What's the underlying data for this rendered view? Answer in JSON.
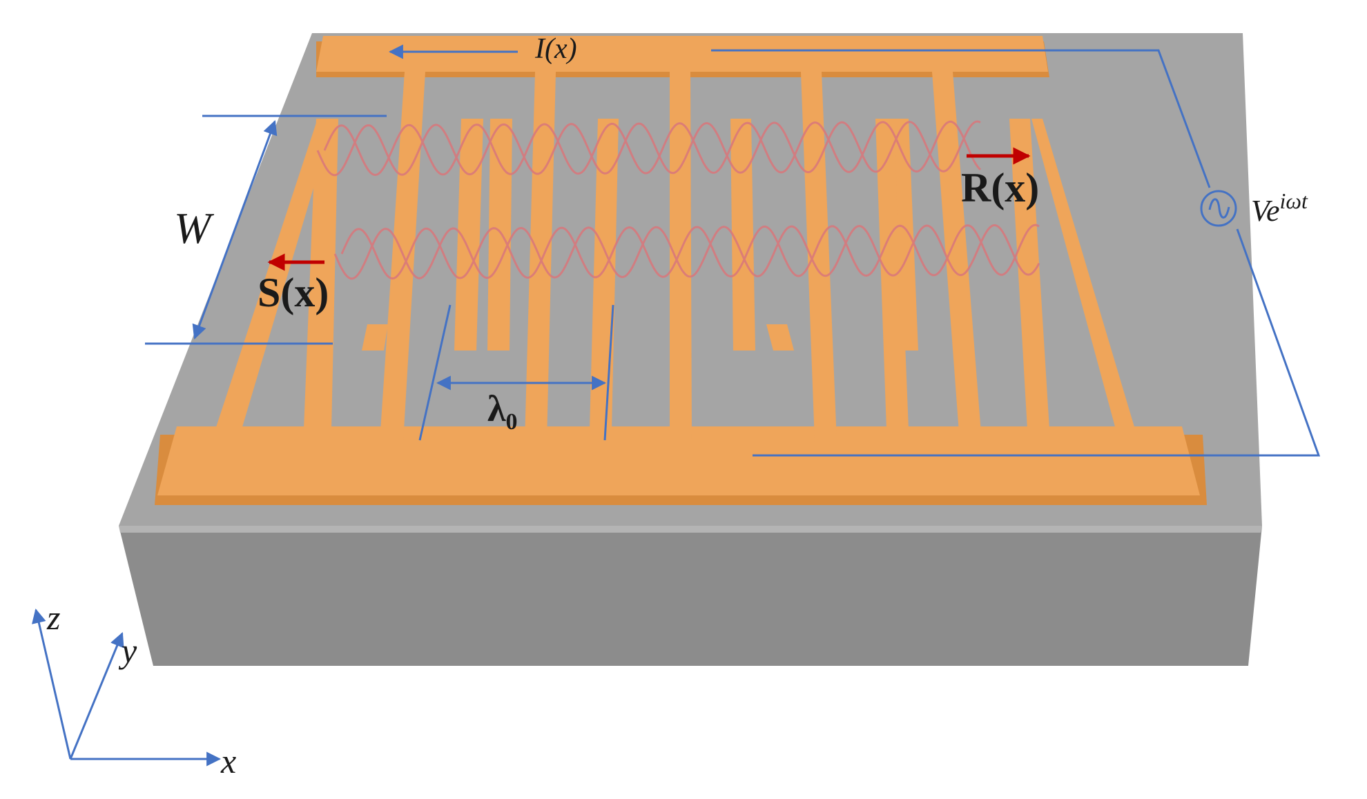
{
  "labels": {
    "current": "I(x)",
    "width": "W",
    "wavelength": "λ",
    "wavelength_sub": "0",
    "reflected": "R(x)",
    "source": "S(x)",
    "voltage_base": "Ve",
    "voltage_exp": "iωt",
    "axis_x": "x",
    "axis_y": "y",
    "axis_z": "z"
  },
  "icons": {
    "ac_source": "ac-source-icon"
  },
  "colors": {
    "electrode": "#efa55a",
    "electrode_shade": "#d98c3e",
    "substrate_top": "#a5a5a5",
    "substrate_front": "#8c8c8c",
    "substrate_side": "#7a7a7a",
    "annotation_line": "#4472c4",
    "wave": "#d9777b",
    "arrow_red": "#c00000",
    "label_text": "#1a1a1a"
  }
}
